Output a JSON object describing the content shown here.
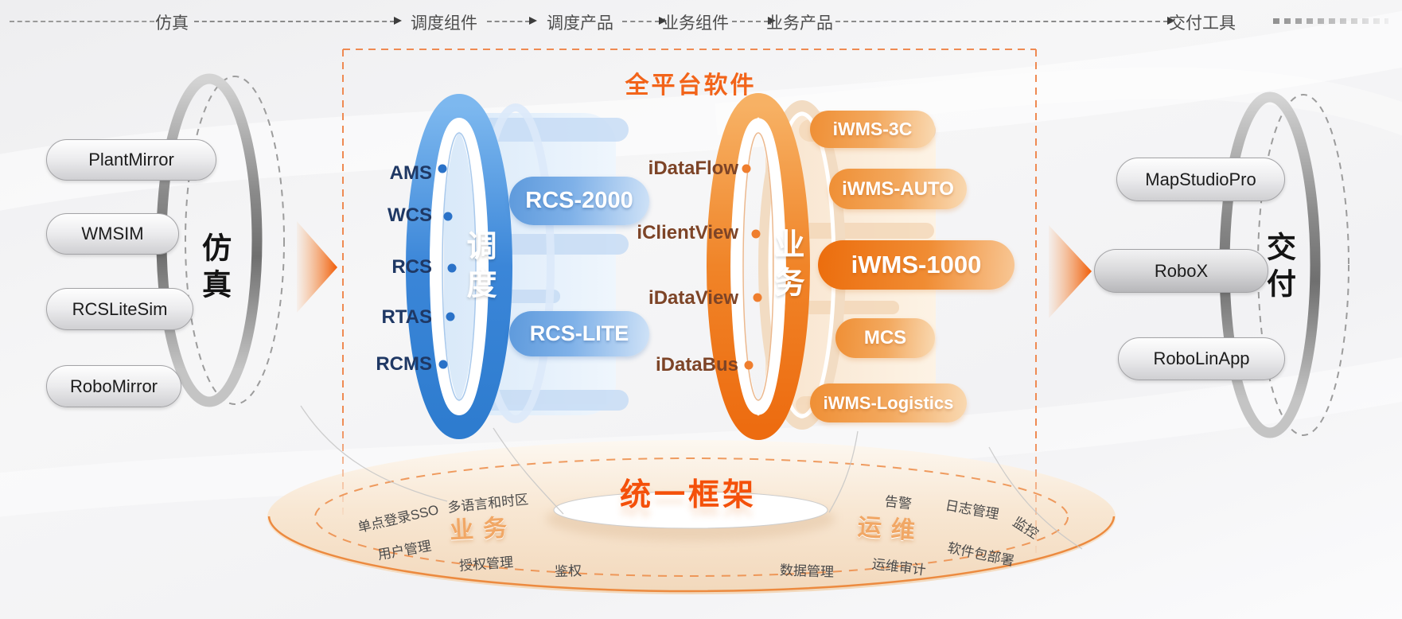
{
  "timeline": {
    "stages": [
      "仿真",
      "调度组件",
      "调度产品",
      "业务组件",
      "业务产品",
      "交付工具"
    ]
  },
  "platform": {
    "title": "全平台软件"
  },
  "simulation": {
    "ring_label": "仿真",
    "tools": [
      "PlantMirror",
      "WMSIM",
      "RCSLiteSim",
      "RoboMirror"
    ]
  },
  "scheduling": {
    "ring_label": "调度",
    "components": [
      "AMS",
      "WCS",
      "RCS",
      "RTAS",
      "RCMS"
    ],
    "products": [
      "RCS-2000",
      "RCS-LITE"
    ]
  },
  "business": {
    "ring_label": "业务",
    "components": [
      "iDataFlow",
      "iClientView",
      "iDataView",
      "iDataBus"
    ],
    "products": [
      "iWMS-3C",
      "iWMS-AUTO",
      "iWMS-1000",
      "MCS",
      "iWMS-Logistics"
    ]
  },
  "delivery": {
    "ring_label": "交付",
    "tools": [
      "MapStudioPro",
      "RoboX",
      "RoboLinApp"
    ]
  },
  "framework": {
    "title": "统一框架",
    "business_group": {
      "label": "业务",
      "items": [
        "单点登录SSO",
        "多语言和时区",
        "用户管理",
        "授权管理",
        "鉴权"
      ]
    },
    "ops_group": {
      "label": "运维",
      "items": [
        "告警",
        "日志管理",
        "监控",
        "软件包部署",
        "运维审计",
        "数据管理"
      ]
    }
  },
  "colors": {
    "accent_orange": "#F2641A",
    "deep_orange": "#ED6D12",
    "blue": "#3F8ADA",
    "navy_text": "#1F3864",
    "brown_text": "#7D4427",
    "gray_text": "#4D4D4D"
  }
}
